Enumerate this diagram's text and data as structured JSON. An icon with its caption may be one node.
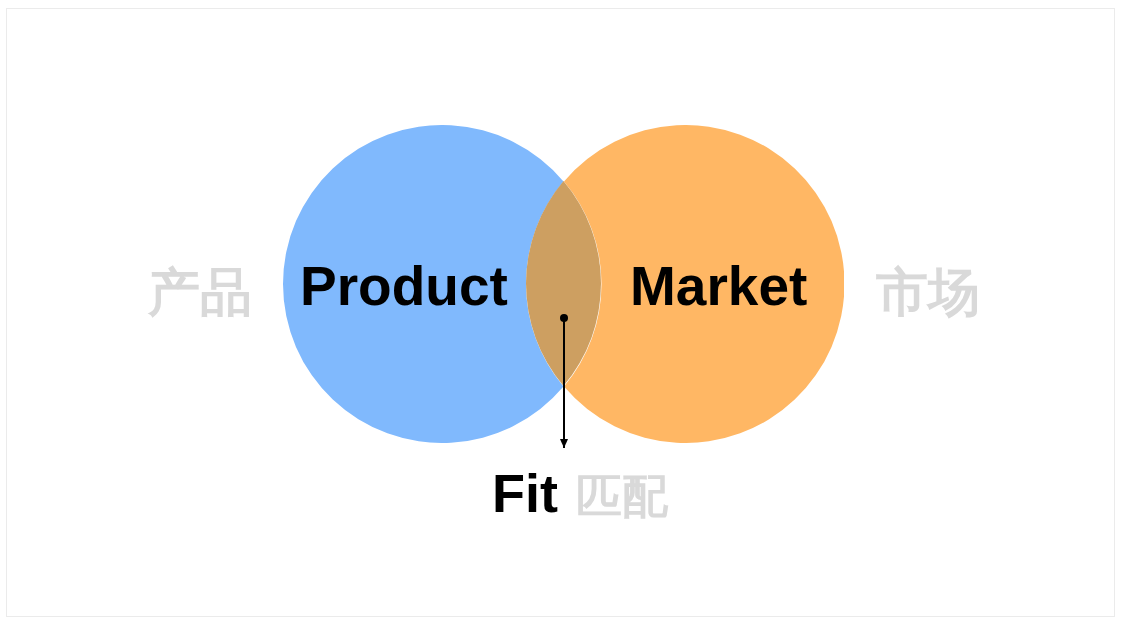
{
  "diagram": {
    "nodes": [
      {
        "text": [
          "Product"
        ],
        "beside": [
          "产品"
        ]
      },
      {
        "text": [
          "Market"
        ],
        "beside": [
          "市场"
        ]
      },
      {
        "text": [],
        "shape": "lens"
      },
      {
        "text": [
          "Fit",
          "匹配"
        ]
      }
    ],
    "edges": [
      {
        "from": 2,
        "to": 3,
        "arrow": "to"
      }
    ]
  }
}
